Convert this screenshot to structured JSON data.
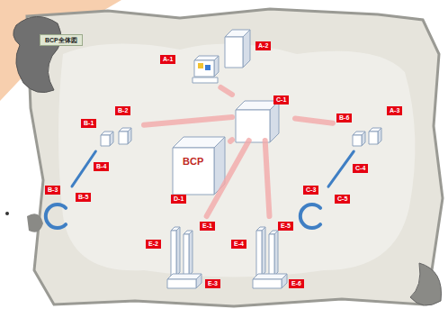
{
  "diagram": {
    "title": "BCP全体図",
    "nodes": [
      {
        "text": [
          "A-1"
        ]
      },
      {
        "text": [
          "A-2"
        ]
      },
      {
        "text": [
          "C-1"
        ]
      },
      {
        "text": [
          "B-1",
          "B-2"
        ]
      },
      {
        "text": [
          "B-3"
        ]
      },
      {
        "text": [
          "B-6",
          "A-3"
        ]
      },
      {
        "text": [
          "C-3"
        ]
      },
      {
        "text": [
          "BCP",
          "D-1"
        ]
      },
      {
        "text": [
          "E-1",
          "E-2",
          "E-3"
        ]
      },
      {
        "text": [
          "E-4",
          "E-5",
          "E-6"
        ]
      }
    ],
    "edges": [
      {
        "from": 2,
        "to": 0,
        "arrow": "none"
      },
      {
        "from": 2,
        "to": 3,
        "arrow": "none"
      },
      {
        "from": 2,
        "to": 7,
        "arrow": "none"
      },
      {
        "from": 2,
        "to": 5,
        "arrow": "none"
      },
      {
        "from": 2,
        "to": 8,
        "arrow": "none"
      },
      {
        "from": 2,
        "to": 9,
        "arrow": "none"
      },
      {
        "from": 4,
        "to": 3,
        "arrow": "none"
      },
      {
        "from": 6,
        "to": 5,
        "arrow": "none"
      }
    ],
    "labels": [
      "B-4",
      "B-5",
      "C-4",
      "C-5"
    ]
  }
}
